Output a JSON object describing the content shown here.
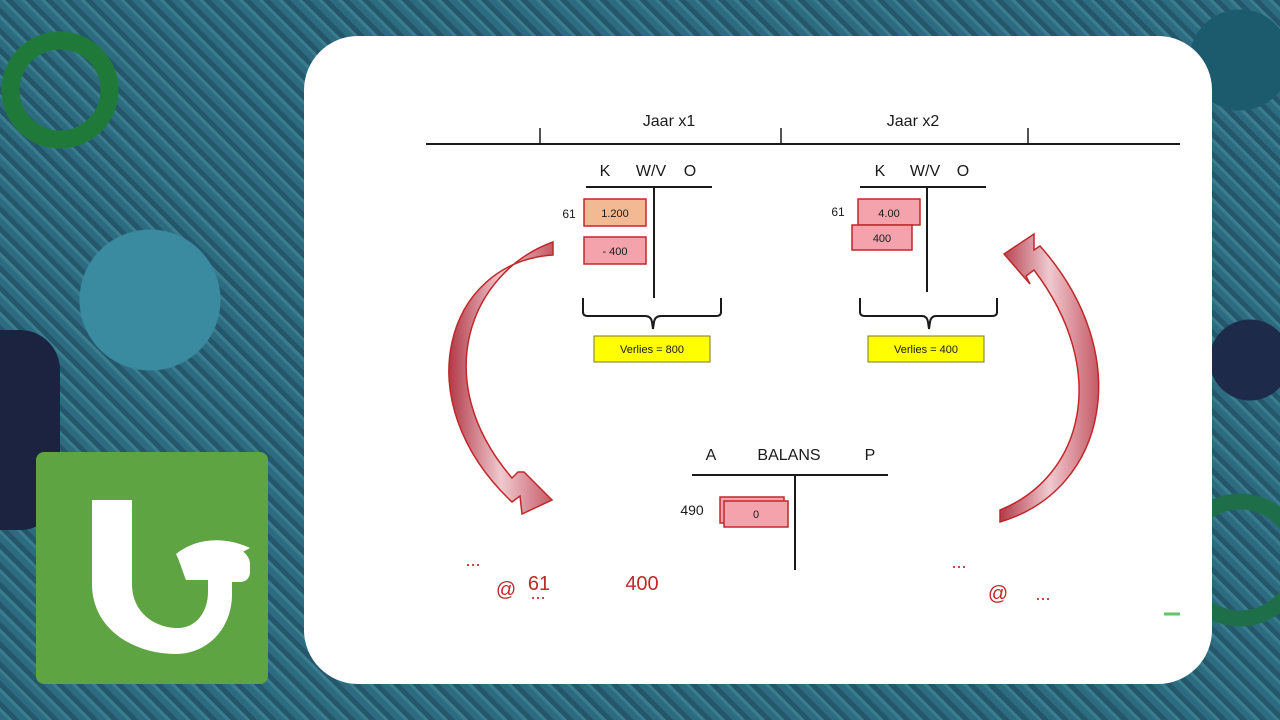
{
  "logo": {
    "name": "brand-logo"
  },
  "timeline": {
    "year1": "Jaar x1",
    "year2": "Jaar x2"
  },
  "tleft": {
    "k": "K",
    "wv": "W/V",
    "o": "O",
    "account": "61",
    "box1": "1.200",
    "box2": "- 400",
    "result": "Verlies = 800"
  },
  "tright": {
    "k": "K",
    "wv": "W/V",
    "o": "O",
    "account": "61",
    "box1": "4.00",
    "box2": "400",
    "result": "Verlies = 400"
  },
  "balans": {
    "a": "A",
    "title": "BALANS",
    "p": "P",
    "account": "490",
    "box": "0"
  },
  "journal_left": {
    "dots": "...",
    "at": "@",
    "acc": "61",
    "dots2": "...",
    "amount": "400"
  },
  "journal_right": {
    "dots": "...",
    "at": "@",
    "dots2": "..."
  },
  "colors": {
    "accent_red": "#c0282a",
    "box_red_fill": "#f4a3ac",
    "box_orange_fill": "#f3b993",
    "result_yellow": "#ffff00",
    "logo_green": "#5ea443"
  }
}
